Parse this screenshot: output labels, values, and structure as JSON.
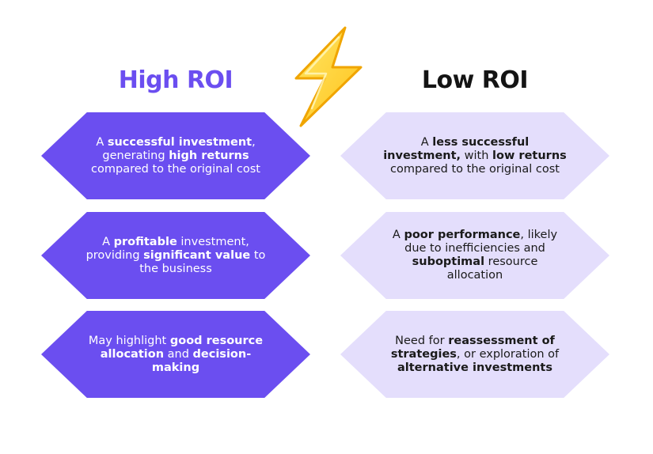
{
  "headings": {
    "high": "High ROI",
    "low": "Low ROI"
  },
  "icon": "lightning-bolt-icon",
  "colors": {
    "high_fill": "#6b4ef0",
    "low_fill": "#e4defc",
    "high_text": "#ffffff",
    "low_text": "#1a1a1a",
    "bolt_fill": "#ffd93d"
  },
  "high": [
    {
      "segments": [
        {
          "t": "A ",
          "b": false
        },
        {
          "t": "successful investment",
          "b": true
        },
        {
          "t": ", generating ",
          "b": false
        },
        {
          "t": "high returns",
          "b": true
        },
        {
          "t": " compared to the original cost",
          "b": false
        }
      ]
    },
    {
      "segments": [
        {
          "t": "A ",
          "b": false
        },
        {
          "t": "profitable",
          "b": true
        },
        {
          "t": " investment, providing ",
          "b": false
        },
        {
          "t": "significant value",
          "b": true
        },
        {
          "t": " to the business",
          "b": false
        }
      ]
    },
    {
      "segments": [
        {
          "t": "May highlight ",
          "b": false
        },
        {
          "t": "good resource allocation",
          "b": true
        },
        {
          "t": " and ",
          "b": false
        },
        {
          "t": "decision-making",
          "b": true
        }
      ]
    }
  ],
  "low": [
    {
      "segments": [
        {
          "t": "A ",
          "b": false
        },
        {
          "t": "less successful investment,",
          "b": true
        },
        {
          "t": " with ",
          "b": false
        },
        {
          "t": "low returns",
          "b": true
        },
        {
          "t": " compared to the original cost",
          "b": false
        }
      ]
    },
    {
      "segments": [
        {
          "t": "A ",
          "b": false
        },
        {
          "t": "poor performance",
          "b": true
        },
        {
          "t": ", likely due to inefficiencies and ",
          "b": false
        },
        {
          "t": "suboptimal",
          "b": true
        },
        {
          "t": " resource allocation",
          "b": false
        }
      ]
    },
    {
      "segments": [
        {
          "t": "Need for ",
          "b": false
        },
        {
          "t": "reassessment of strategies",
          "b": true
        },
        {
          "t": ", or exploration of ",
          "b": false
        },
        {
          "t": "alternative investments",
          "b": true
        }
      ]
    }
  ]
}
